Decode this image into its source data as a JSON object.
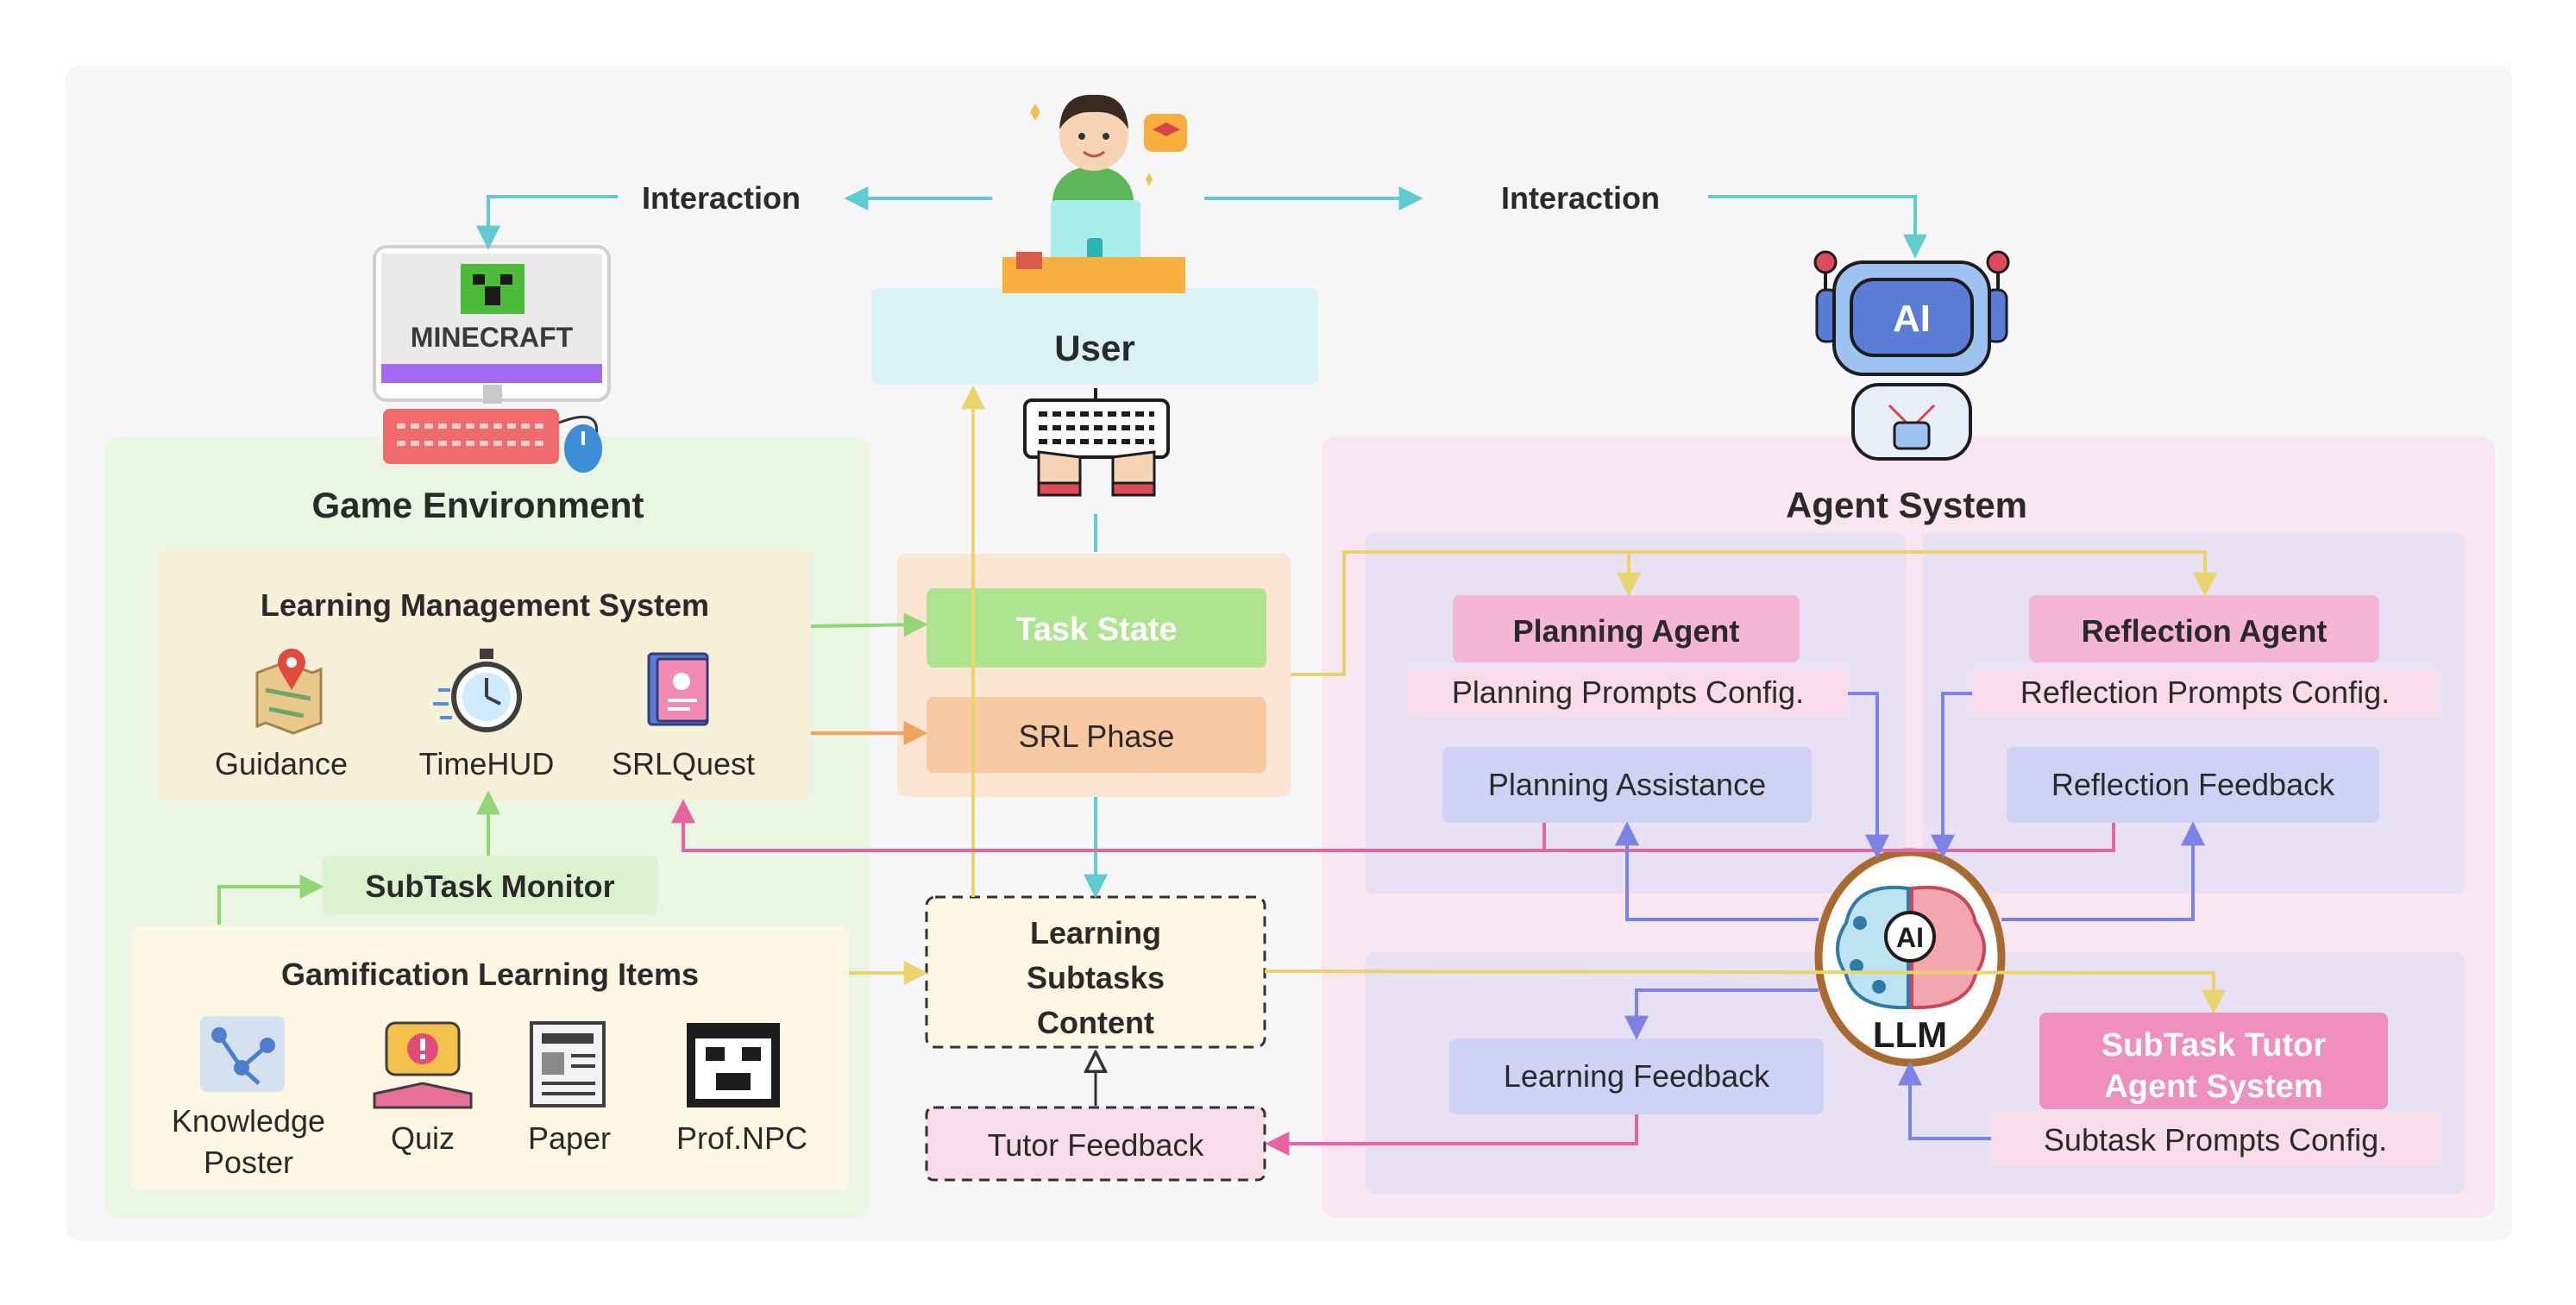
{
  "interaction_left": "Interaction",
  "interaction_right": "Interaction",
  "user": {
    "label": "User"
  },
  "minecraft": {
    "logo": "MINECRAFT"
  },
  "robot": {
    "badge": "AI"
  },
  "game_env": {
    "title": "Game Environment",
    "lms": {
      "title": "Learning Management System",
      "items": [
        "Guidance",
        "TimeHUD",
        "SRLQuest"
      ]
    },
    "subtask_monitor": "SubTask Monitor",
    "gamification": {
      "title": "Gamification Learning Items",
      "items": [
        "Knowledge",
        "Poster",
        "Quiz",
        "Paper",
        "Prof.NPC"
      ]
    }
  },
  "center": {
    "task_state": "Task State",
    "srl_phase": "SRL Phase",
    "learning_subtasks": [
      "Learning",
      "Subtasks",
      "Content"
    ],
    "tutor_feedback": "Tutor Feedback"
  },
  "agent_system": {
    "title": "Agent System",
    "planning": {
      "title": "Planning Agent",
      "config": "Planning Prompts Config.",
      "assist": "Planning Assistance"
    },
    "reflection": {
      "title": "Reflection Agent",
      "config": "Reflection Prompts Config.",
      "feedback": "Reflection Feedback"
    },
    "learning_feedback": "Learning Feedback",
    "subtask_tutor": {
      "title_line1": "SubTask Tutor",
      "title_line2": "Agent System",
      "config": "Subtask Prompts Config."
    },
    "llm": {
      "badge": "AI",
      "label": "LLM"
    }
  },
  "colors": {
    "teal": "#5fcdd0",
    "green": "#8fd873",
    "orange": "#f2a25c",
    "yellow": "#e8d46a",
    "pink": "#e8639f",
    "blue": "#7b83e6",
    "llm_ring": "#a86a2f"
  }
}
